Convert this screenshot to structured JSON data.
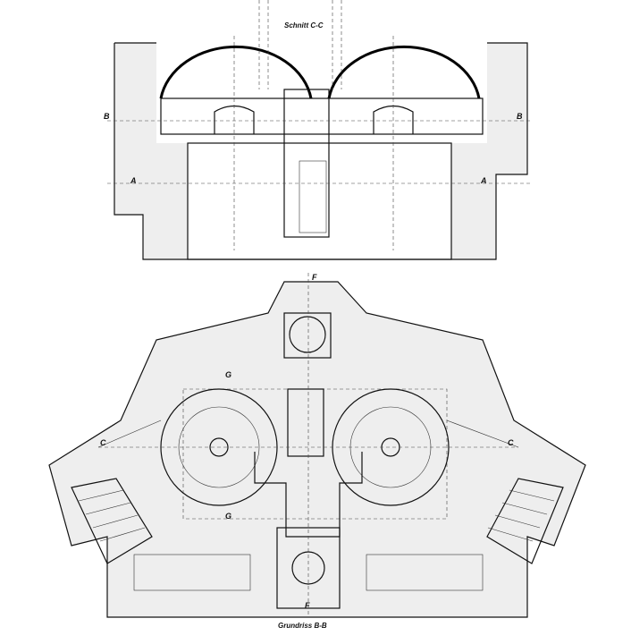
{
  "section": {
    "title": "Schnitt C-C",
    "markers": {
      "b_left": "B",
      "b_right": "B",
      "a_left": "A",
      "a_right": "A"
    }
  },
  "plan": {
    "title": "Grundriss B-B",
    "markers": {
      "f_top": "F",
      "f_bottom": "F",
      "c_left": "C",
      "c_right": "C",
      "g_top": "G",
      "g_bottom": "G"
    }
  }
}
